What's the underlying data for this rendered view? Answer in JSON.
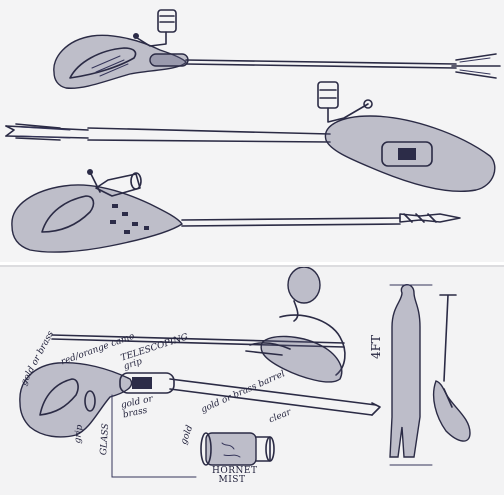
{
  "annotations": {
    "gold_or_brass_1": "gold or brass",
    "red_orange_camo": "red/orange camo",
    "telescoping_grip": "TELESCOPING grip",
    "grip": "grip",
    "glass": "GLASS",
    "gold_or_brass_2": "gold or brass",
    "gold_or_brass_barrel": "gold or brass barrel",
    "gold": "gold",
    "clear": "clear",
    "hornet_mist": "HORNET MIST",
    "height": "4FT"
  },
  "colors": {
    "ink": "#2b2b45",
    "paper": "#f4f4f5",
    "background": "#ffffff"
  }
}
